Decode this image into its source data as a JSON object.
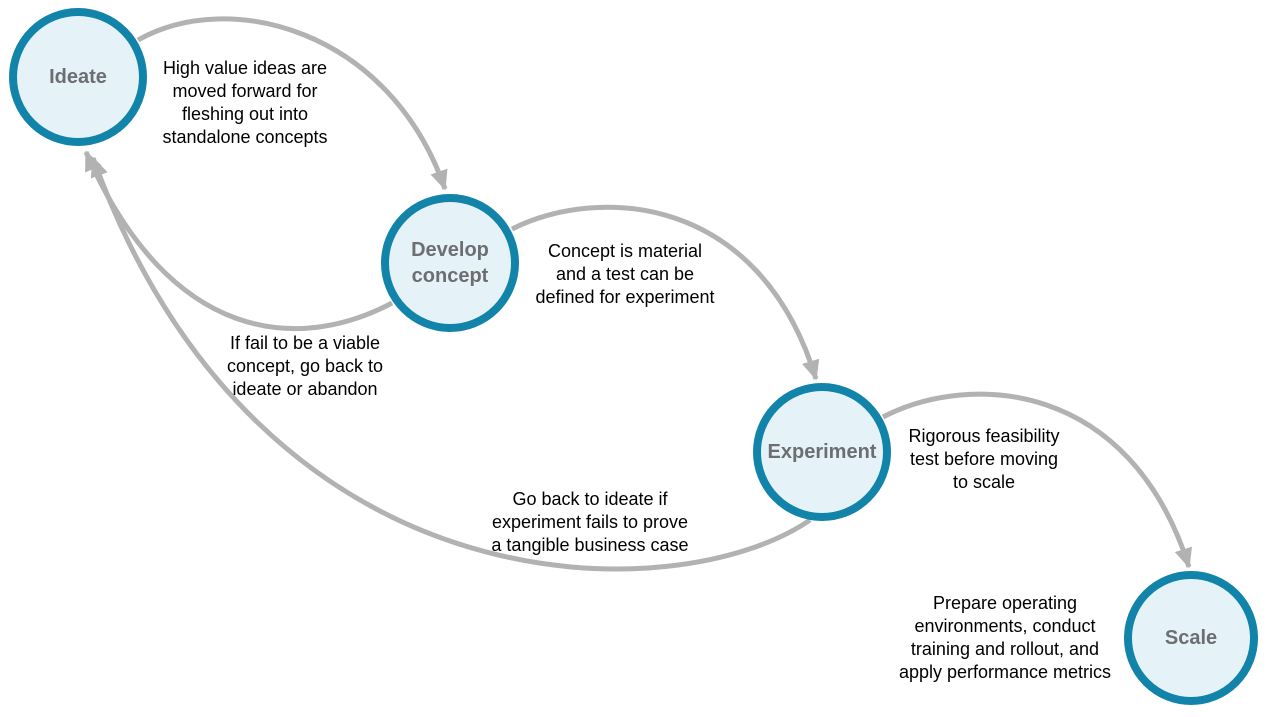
{
  "diagram": {
    "type": "process-flow",
    "stages": [
      {
        "id": "ideate",
        "label": "Ideate"
      },
      {
        "id": "develop-concept",
        "label": "Develop\nconcept"
      },
      {
        "id": "experiment",
        "label": "Experiment"
      },
      {
        "id": "scale",
        "label": "Scale"
      }
    ],
    "notes": [
      {
        "id": "ideate-to-develop",
        "from": "ideate",
        "to": "develop-concept",
        "text": "High value ideas are\nmoved forward for\nfleshing out into\nstandalone concepts"
      },
      {
        "id": "develop-to-experiment",
        "from": "develop-concept",
        "to": "experiment",
        "text": "Concept is material\nand a test can be\ndefined for experiment"
      },
      {
        "id": "experiment-to-scale",
        "from": "experiment",
        "to": "scale",
        "text": "Rigorous feasibility\ntest before moving\nto scale"
      },
      {
        "id": "scale-note",
        "stage": "scale",
        "text": "Prepare operating\nenvironments,  conduct\ntraining and rollout, and\napply performance metrics"
      },
      {
        "id": "develop-fail-to-ideate",
        "from": "develop-concept",
        "to": "ideate",
        "text": "If fail to be a viable\nconcept, go back to\nideate or abandon"
      },
      {
        "id": "experiment-fail-to-ideate",
        "from": "experiment",
        "to": "ideate",
        "text": "Go back to ideate if\nexperiment fails to prove\na tangible business case"
      }
    ],
    "colors": {
      "circle_border": "#1283a9",
      "circle_fill": "#e5f3f9",
      "circle_label": "#6d6e71",
      "arrow": "#b2b2b2",
      "text": "#000000"
    }
  }
}
